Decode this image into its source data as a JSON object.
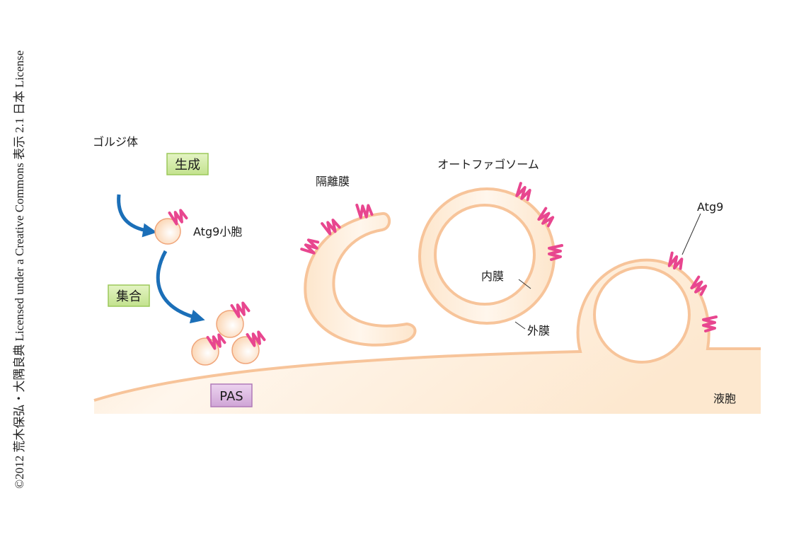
{
  "credit": "©2012 荒木保弘・大隅良典 Licensed under a Creative Commons 表示 2.1 日本 License",
  "labels": {
    "golgi": "ゴルジ体",
    "generation": "生成",
    "atg9_vesicle": "Atg9小胞",
    "assembly": "集合",
    "pas": "PAS",
    "isolation_membrane": "隔離膜",
    "autophagosome": "オートファゴソーム",
    "inner_membrane": "内膜",
    "outer_membrane": "外膜",
    "atg9": "Atg9",
    "vacuole": "液胞"
  },
  "colors": {
    "membrane": "#f7c49a",
    "membrane_fill": "#fdebd6",
    "atg9": "#e8468f",
    "arrow": "#1b6fb8",
    "green_box": "#cde8a0",
    "green_border": "#9cc85a",
    "purple_box": "#d8b5de",
    "purple_border": "#b07ab8"
  }
}
